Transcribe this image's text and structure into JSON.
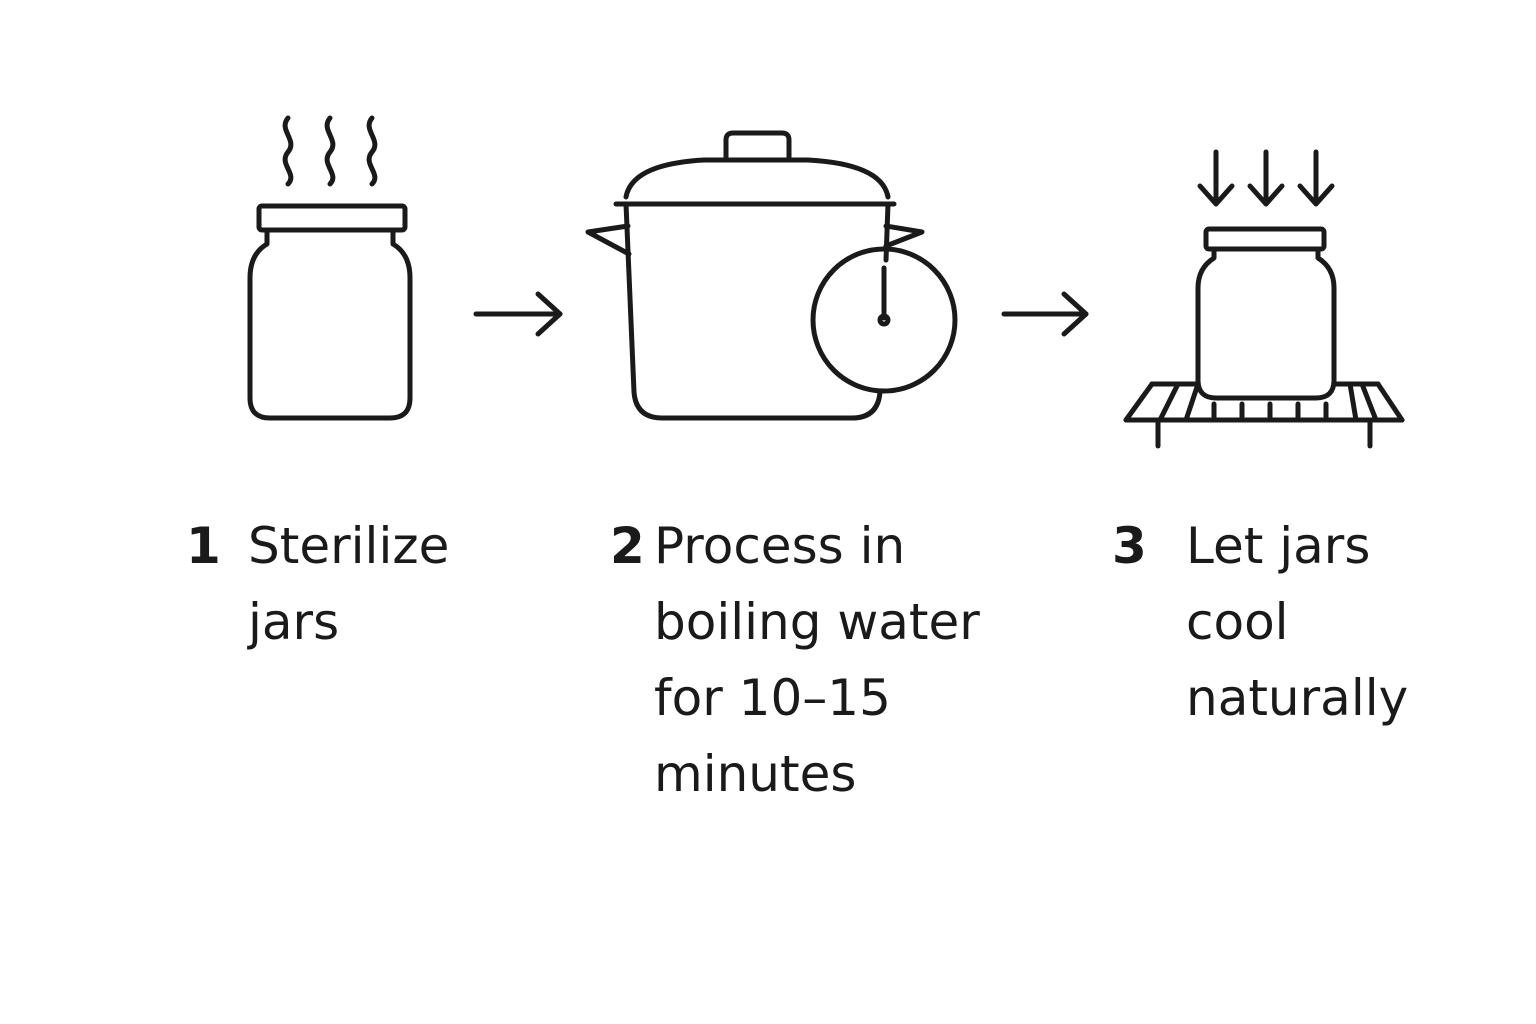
{
  "steps": [
    {
      "number": "1",
      "text": "Sterilize\njars",
      "icon": "steaming-jar-icon"
    },
    {
      "number": "2",
      "text": "Process in\nboiling water\nfor 10–15\nminutes",
      "icon": "pot-with-timer-icon"
    },
    {
      "number": "3",
      "text": "Let jars\ncool\nnaturally",
      "icon": "jar-on-cooling-rack-icon"
    }
  ],
  "connector_icon": "arrow-right-icon",
  "colors": {
    "ink": "#1a1a1a",
    "background": "#ffffff"
  }
}
